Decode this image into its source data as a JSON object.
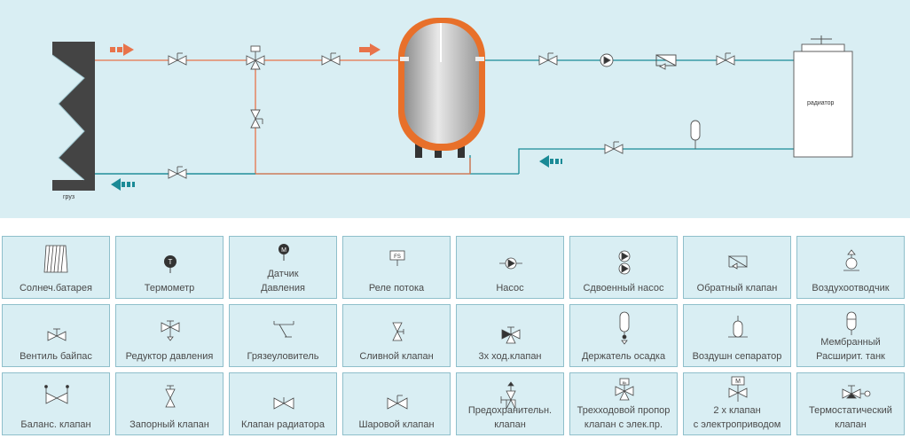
{
  "diagram": {
    "collector_label": "груз",
    "radiator_label": "радиатор",
    "colors": {
      "hot": "#e8734a",
      "cold": "#1a8a96",
      "tank": "#e8702a",
      "collector": "#444444",
      "background": "#d9eef3"
    }
  },
  "legend": {
    "cells": [
      {
        "label": "Солнеч.батарея",
        "icon": "solar-panel-icon"
      },
      {
        "label": "Термометр",
        "icon": "thermometer-icon"
      },
      {
        "label": "Датчик\nДавления",
        "icon": "pressure-sensor-icon"
      },
      {
        "label": "Реле потока",
        "icon": "flow-switch-icon"
      },
      {
        "label": "Насос",
        "icon": "pump-icon"
      },
      {
        "label": "Сдвоенный насос",
        "icon": "twin-pump-icon"
      },
      {
        "label": "Обратный клапан",
        "icon": "check-valve-icon"
      },
      {
        "label": "Воздухоотводчик",
        "icon": "air-vent-icon"
      },
      {
        "label": "Вентиль байпас",
        "icon": "bypass-valve-icon"
      },
      {
        "label": "Редуктор давления",
        "icon": "pressure-reducer-icon"
      },
      {
        "label": "Грязеуловитель",
        "icon": "strainer-icon"
      },
      {
        "label": "Сливной клапан",
        "icon": "drain-valve-icon"
      },
      {
        "label": "3х ход.клапан",
        "icon": "three-way-valve-icon"
      },
      {
        "label": "Держатель осадка",
        "icon": "sediment-holder-icon"
      },
      {
        "label": "Воздушн сепаратор",
        "icon": "air-separator-icon"
      },
      {
        "label": "Мембранный\nРасширит. танк",
        "icon": "expansion-tank-icon"
      },
      {
        "label": "Баланс. клапан",
        "icon": "balancing-valve-icon"
      },
      {
        "label": "Запорный клапан",
        "icon": "shutoff-valve-icon"
      },
      {
        "label": "Клапан радиатора",
        "icon": "radiator-valve-icon"
      },
      {
        "label": "Шаровой клапан",
        "icon": "ball-valve-icon"
      },
      {
        "label": "Предохранительн.\nклапан",
        "icon": "safety-valve-icon"
      },
      {
        "label": "Трехходовой пропор\nклапан с элек.пр.",
        "icon": "motorized-three-way-valve-icon"
      },
      {
        "label": "2 х клапан\nс электроприводом",
        "icon": "motorized-two-way-valve-icon"
      },
      {
        "label": "Термостатический\nклапан",
        "icon": "thermostatic-valve-icon"
      }
    ],
    "text": {
      "thermometer": "T",
      "pressure": "M",
      "flow_switch": "FS",
      "motor": "M",
      "actuator": "Bk"
    }
  }
}
